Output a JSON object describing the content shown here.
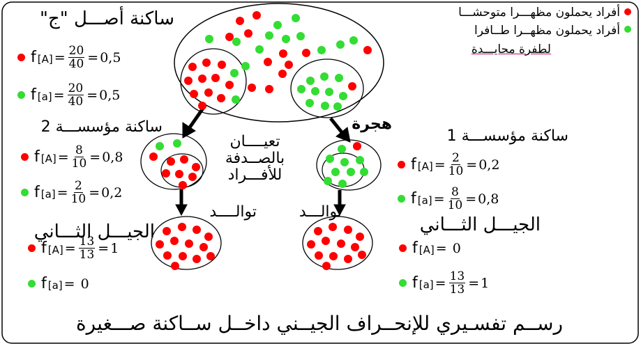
{
  "colors": {
    "red": "#ff0000",
    "green": "#33dd33",
    "stroke": "#000000",
    "underline": "#d0006f"
  },
  "legend": {
    "red_label": "أفراد يحملون مظهـــرا متوحشـــا",
    "green_label": "أفراد يحملون مظهــرا طــافرا",
    "mutation_note": "لطفرة محايـــدة"
  },
  "original_population": {
    "title": "ساكنة أصـــل \"ج\"",
    "f_A": {
      "label": "f",
      "allele": "[A]",
      "numerator": "20",
      "denominator": "40",
      "result": "0,5"
    },
    "f_a": {
      "label": "f",
      "allele": "[a]",
      "numerator": "20",
      "denominator": "40",
      "result": "0,5"
    }
  },
  "founder_2": {
    "title": "ساكنة مؤسســـة 2",
    "f_A": {
      "label": "f",
      "allele": "[A]",
      "numerator": "8",
      "denominator": "10",
      "result": "0,8"
    },
    "f_a": {
      "label": "f",
      "allele": "[a]",
      "numerator": "2",
      "denominator": "10",
      "result": "0,2"
    }
  },
  "founder_1": {
    "title": "ساكنة مؤسســـة 1",
    "f_A": {
      "label": "f",
      "allele": "[A]",
      "numerator": "2",
      "denominator": "10",
      "result": "0,2"
    },
    "f_a": {
      "label": "f",
      "allele": "[a]",
      "numerator": "8",
      "denominator": "10",
      "result": "0,8"
    }
  },
  "middle_note": {
    "line1": "تعيــــان",
    "line2": "بالصــدفة",
    "line3": "للأفـــراد"
  },
  "migration_label": "هجرة",
  "reproduction_left": "توالــــد",
  "reproduction_right": "توالـــد",
  "generation2_left": {
    "title": "الجيـــل الثـــاني",
    "f_A": {
      "label": "f",
      "allele": "[A]",
      "numerator": "13",
      "denominator": "13",
      "result": "1"
    },
    "f_a": {
      "label": "f",
      "allele": "[a]",
      "value": "0"
    }
  },
  "generation2_right": {
    "title": "الجيـــل الثـــاني",
    "f_A": {
      "label": "f",
      "allele": "[A]",
      "value": "0"
    },
    "f_a": {
      "label": "f",
      "allele": "[a]",
      "numerator": "13",
      "denominator": "13",
      "result": "1"
    }
  },
  "caption": "رســم تفسـيري للإنحــراف الجيــني داخــل ســاكنة صـــغيرة"
}
